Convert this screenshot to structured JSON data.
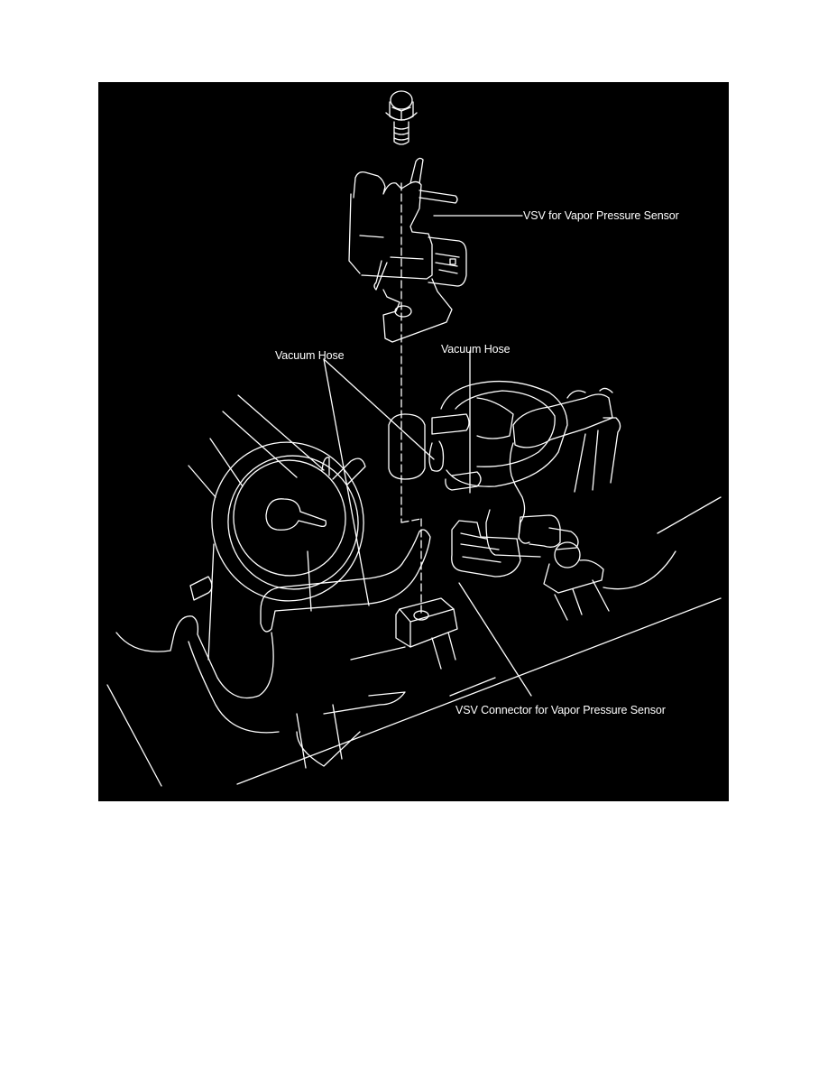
{
  "figure": {
    "background": "#000000",
    "line_color": "#ffffff",
    "callouts": [
      {
        "id": "vsv",
        "label": "VSV for Vapor Pressure Sensor"
      },
      {
        "id": "vacuum-hose-left",
        "label": "Vacuum Hose"
      },
      {
        "id": "vacuum-hose-right",
        "label": "Vacuum Hose"
      },
      {
        "id": "vsv-connector",
        "label": "VSV Connector for Vapor Pressure Sensor"
      }
    ],
    "parts": [
      "bolt",
      "vsv-for-vapor-pressure-sensor",
      "vacuum-hose",
      "vacuum-hose",
      "vsv-connector",
      "mounting-nut",
      "intake-assembly"
    ]
  }
}
